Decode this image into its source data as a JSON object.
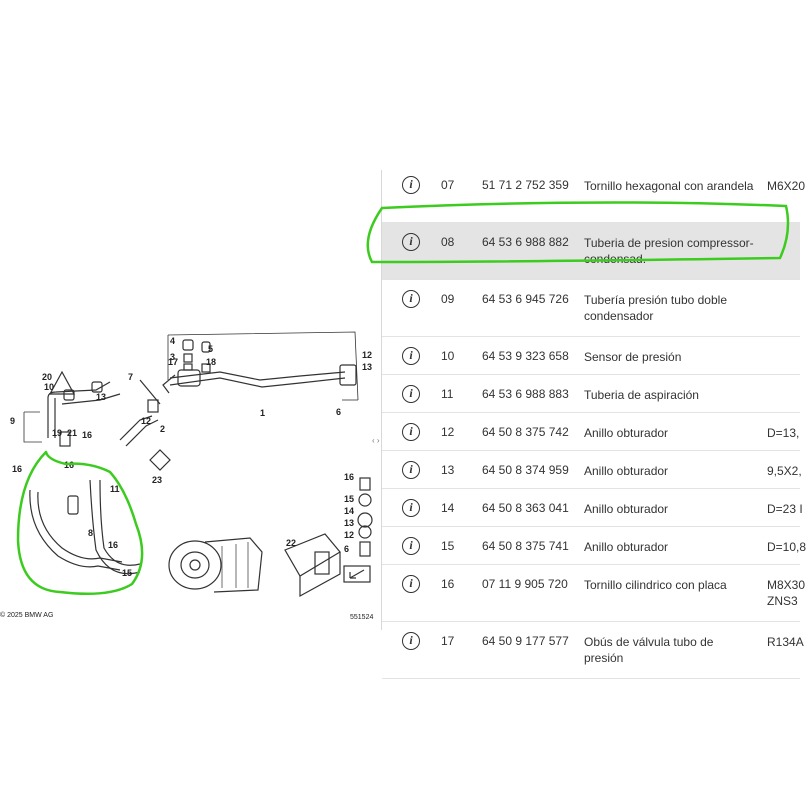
{
  "diagram": {
    "copyright": "© 2025 BMW AG",
    "figure_number": "551524",
    "callouts": {
      "c1": "1",
      "c2": "2",
      "c3": "3",
      "c4": "4",
      "c5": "5",
      "c6": "6",
      "c7": "7",
      "c8": "8",
      "c9": "9",
      "c10": "10",
      "c11": "11",
      "c12a": "12",
      "c13a": "13",
      "c13b": "13",
      "c14": "14",
      "c15": "15",
      "c16a": "16",
      "c16b": "16",
      "c16c": "16",
      "c17": "17",
      "c18": "18",
      "c19": "19",
      "c20": "20",
      "c21": "21",
      "c22": "22",
      "c23": "23",
      "c12b": "12",
      "c13c": "13",
      "c14b": "14",
      "c15b": "15",
      "c16d": "16",
      "c15c": "15",
      "c12c": "12",
      "c13d": "13",
      "c6b": "6",
      "c16e": "16",
      "c15d": "15"
    }
  },
  "splitter_handle": "‹ ›",
  "parts": [
    {
      "no": "07",
      "part_number": "51 71 2 752 359",
      "description": "Tornillo hexagonal con arandela",
      "spec": "M6X20"
    },
    {
      "no": "08",
      "part_number": "64 53 6 988 882",
      "description": "Tuberia de presion compressor-condensad.",
      "spec": ""
    },
    {
      "no": "09",
      "part_number": "64 53 6 945 726",
      "description": "Tubería presión tubo doble condensador",
      "spec": ""
    },
    {
      "no": "10",
      "part_number": "64 53 9 323 658",
      "description": "Sensor de presión",
      "spec": ""
    },
    {
      "no": "11",
      "part_number": "64 53 6 988 883",
      "description": "Tuberia de aspiración",
      "spec": ""
    },
    {
      "no": "12",
      "part_number": "64 50 8 375 742",
      "description": "Anillo obturador",
      "spec": "D=13,"
    },
    {
      "no": "13",
      "part_number": "64 50 8 374 959",
      "description": "Anillo obturador",
      "spec": "9,5X2,"
    },
    {
      "no": "14",
      "part_number": "64 50 8 363 041",
      "description": "Anillo obturador",
      "spec": "D=23 I"
    },
    {
      "no": "15",
      "part_number": "64 50 8 375 741",
      "description": "Anillo obturador",
      "spec": "D=10,8"
    },
    {
      "no": "16",
      "part_number": "07 11 9 905 720",
      "description": "Tornillo cilindrico con placa",
      "spec": "M8X30\nZNS3"
    },
    {
      "no": "17",
      "part_number": "64 50 9 177 577",
      "description": "Obús de válvula tubo de presión",
      "spec": "R134A"
    }
  ],
  "colors": {
    "highlight": "#3ccb1f",
    "selected_row": "#e4e4e4"
  }
}
